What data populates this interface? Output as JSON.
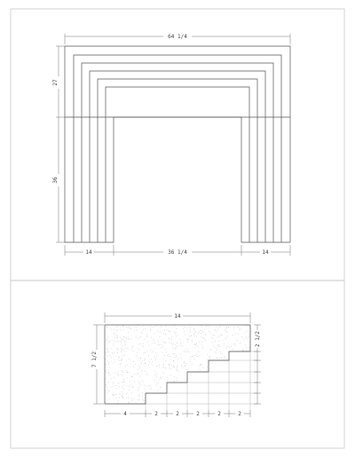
{
  "mantel": {
    "overall_width": "64 1/4",
    "top_height": "27",
    "leg_height": "36",
    "leg_left_width": "14",
    "opening_width": "36 1/4",
    "leg_right_width": "14"
  },
  "block": {
    "width": "14",
    "height": "7 1/2",
    "right_step": "2 1/2",
    "bottom_steps": [
      "4",
      "2",
      "2",
      "2",
      "2",
      "2"
    ]
  }
}
